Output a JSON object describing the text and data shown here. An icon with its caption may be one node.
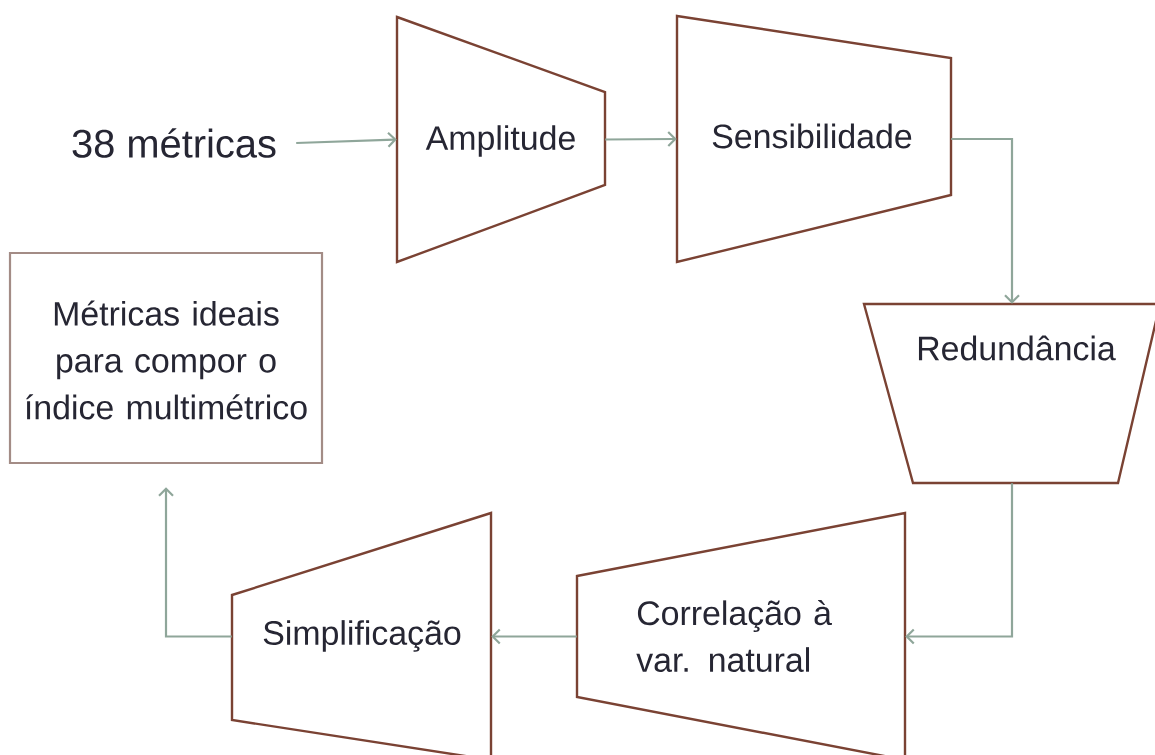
{
  "diagram": {
    "nodes": [
      {
        "text": [
          "38 métricas"
        ]
      },
      {
        "text": [
          "Amplitude"
        ]
      },
      {
        "text": [
          "Sensibilidade"
        ]
      },
      {
        "text": [
          "Redundância"
        ]
      },
      {
        "text": [
          "Correlação à var. natural"
        ]
      },
      {
        "text": [
          "Simplificação"
        ]
      },
      {
        "text": [
          "Métricas ideais para compor o índice multimétrico"
        ]
      }
    ],
    "edges": [
      {
        "from": 0,
        "to": 1,
        "arrow": "to"
      },
      {
        "from": 1,
        "to": 2,
        "arrow": "to"
      },
      {
        "from": 2,
        "to": 3,
        "arrow": "to"
      },
      {
        "from": 3,
        "to": 4,
        "arrow": "to"
      },
      {
        "from": 4,
        "to": 5,
        "arrow": "to"
      },
      {
        "from": 5,
        "to": 6,
        "arrow": "to"
      }
    ]
  }
}
